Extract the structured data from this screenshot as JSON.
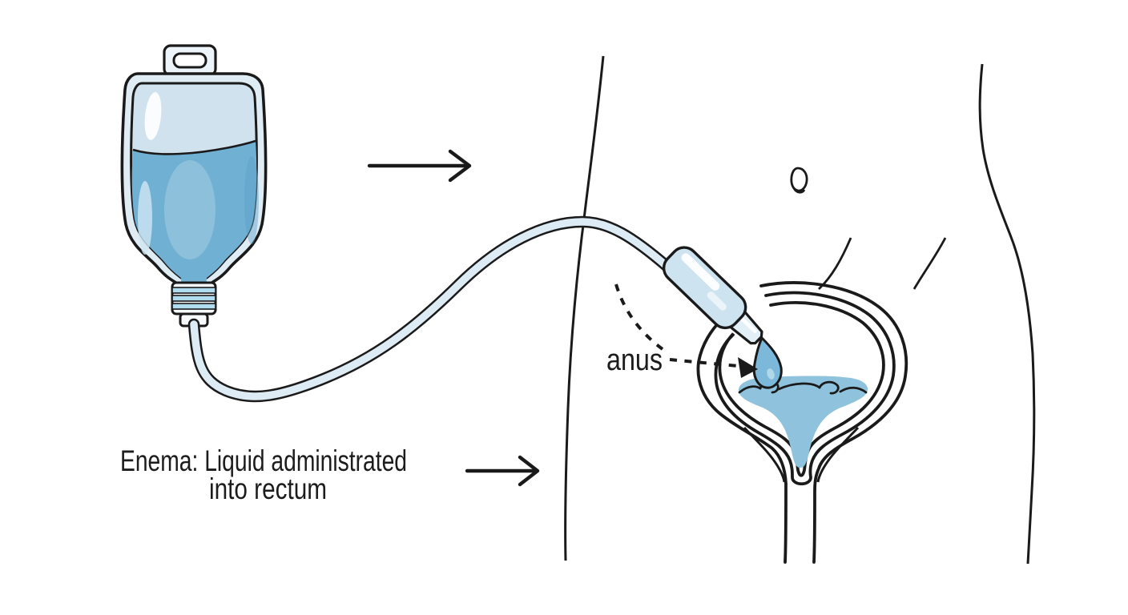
{
  "labels": {
    "anus": "anus",
    "caption_line1": "Enema: Liquid administrated",
    "caption_line2": "into rectum"
  },
  "icons": {
    "flow_arrow_top": "right-arrow",
    "caption_arrow": "right-arrow",
    "anus_leader": "dashed-curved-arrow"
  },
  "colors": {
    "background": "#ffffff",
    "outline": "#1a1a1a",
    "bag_tab": "#eef5fa",
    "bag_plastic": "#dfecf4",
    "bag_air": "#cfe2ee",
    "bag_air_highlight": "#ffffff",
    "bag_liquid": "#6fb0d3",
    "bag_liquid_highlight": "#97c6de",
    "bag_liquid_shadow": "#5d9fc8",
    "bag_liquid_crescent": "#cfe6f2",
    "connector_body": "#f6fafc",
    "connector_stripe": "#b0dcef",
    "tube_fill": "#dcebf4",
    "nozzle_fill": "#cde3f0",
    "nozzle_tip_fill": "#e2eff7",
    "nozzle_highlight": "#ffffff",
    "drop_fill": "#7cb8da",
    "drop_highlight": "#b2d9ea",
    "pool_fill": "#8fc3dd",
    "label_color": "#1c1c1c"
  }
}
